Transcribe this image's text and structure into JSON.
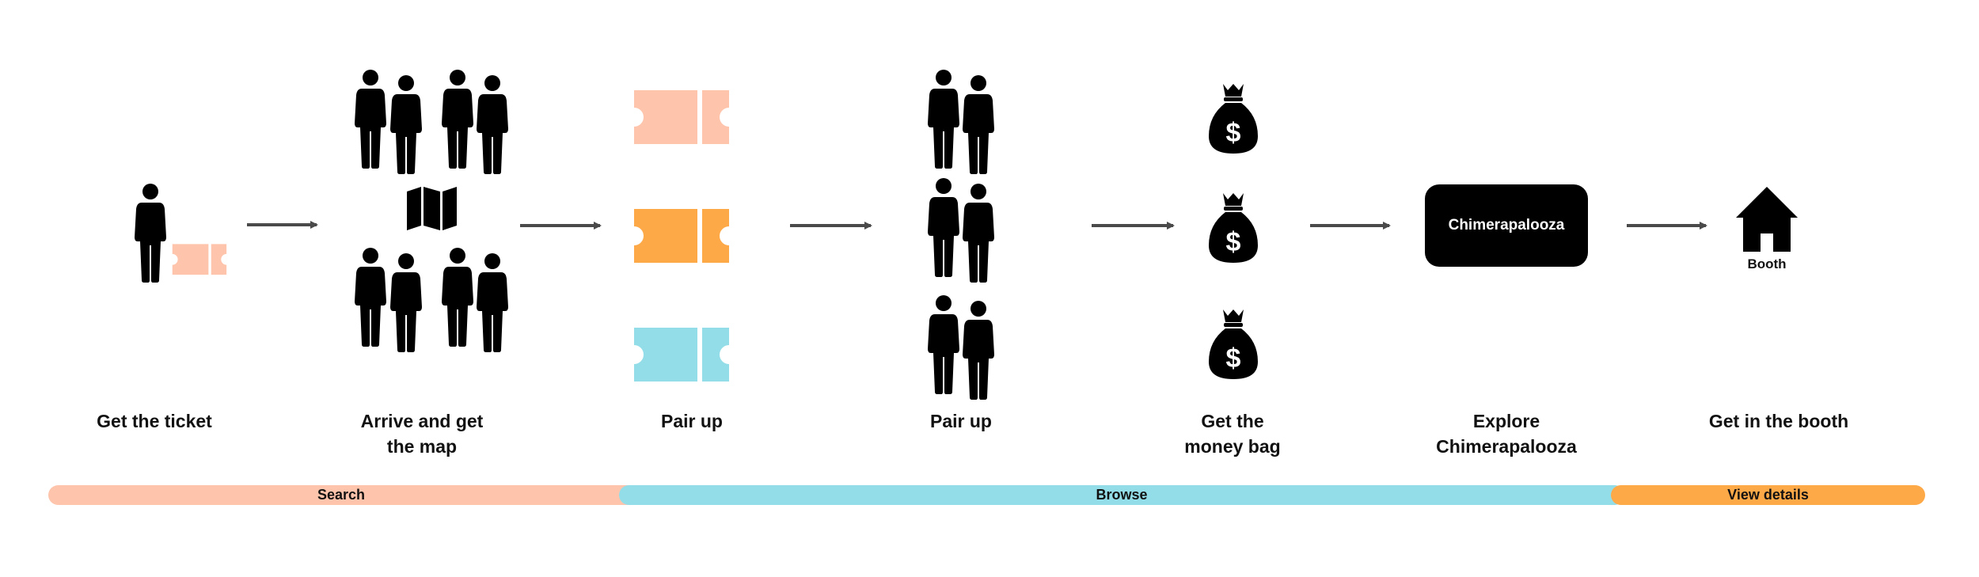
{
  "steps": [
    {
      "label_line1": "Get the ticket",
      "label_line2": ""
    },
    {
      "label_line1": "Arrive and get",
      "label_line2": "the map"
    },
    {
      "label_line1": "Pair up",
      "label_line2": ""
    },
    {
      "label_line1": "Pair up",
      "label_line2": ""
    },
    {
      "label_line1": "Get the",
      "label_line2": "money bag"
    },
    {
      "label_line1": "Explore",
      "label_line2": "Chimerapalooza"
    },
    {
      "label_line1": "Get in the booth",
      "label_line2": ""
    }
  ],
  "destination_box": {
    "label": "Chimerapalooza"
  },
  "booth": {
    "label": "Booth"
  },
  "money_symbol": "$",
  "phases": [
    {
      "label": "Search",
      "color": "#FFC4AC"
    },
    {
      "label": "Browse",
      "color": "#93DDE8"
    },
    {
      "label": "View details",
      "color": "#FEA948"
    }
  ],
  "colors": {
    "ticket_pink": "#FFC4AC",
    "ticket_orange": "#FEA948",
    "ticket_blue": "#93DDE8",
    "icon": "#000000",
    "arrow": "#4a4a4a"
  },
  "icons": [
    "person-icon",
    "ticket-icon",
    "map-icon",
    "money-bag-icon",
    "house-icon",
    "arrow-icon"
  ]
}
